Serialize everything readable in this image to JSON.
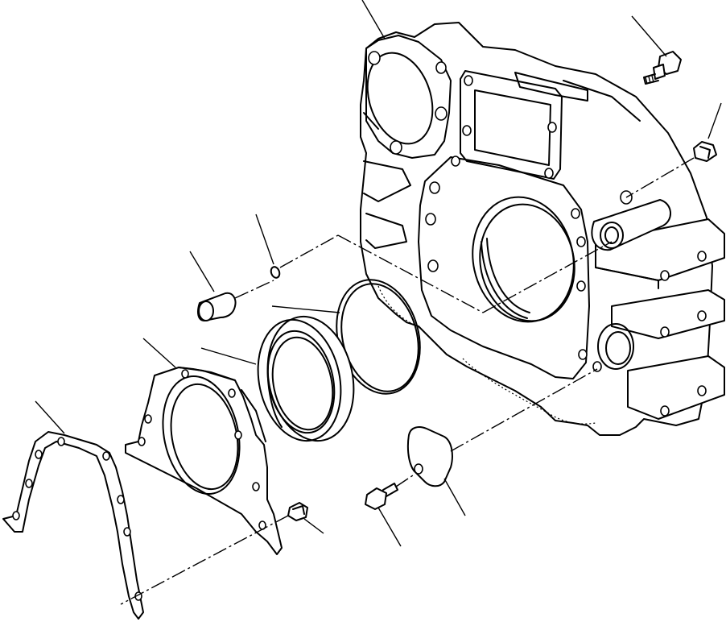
{
  "figure": {
    "type": "exploded-parts-diagram",
    "colors": {
      "line": "#000000",
      "background": "#ffffff"
    },
    "parts": [
      "flywheel-housing",
      "mounting-bolt",
      "grease-fitting",
      "dowel-pin",
      "o-ring-small",
      "o-ring-large",
      "rear-crankshaft-seal",
      "seal-carrier",
      "carrier-gasket",
      "carrier-cap-screw",
      "cover-plate",
      "cover-cap-screw"
    ]
  }
}
